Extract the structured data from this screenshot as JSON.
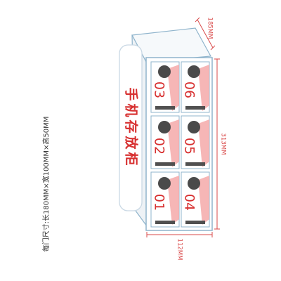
{
  "product_title": "手机存放柜",
  "door_size_note": "每门尺寸:长180MM×宽100MM×高50MM",
  "dimensions": {
    "depth": "185MM",
    "height": "313MM",
    "width": "112MM"
  },
  "compartments": [
    {
      "number": "03"
    },
    {
      "number": "06"
    },
    {
      "number": "02"
    },
    {
      "number": "05"
    },
    {
      "number": "01"
    },
    {
      "number": "04"
    }
  ],
  "colors": {
    "label_red": "#d72f2f",
    "dimension_red": "#d94a4a",
    "cabinet_outline": "#8fb4cc",
    "cabinet_face": "#ffffff",
    "side_panel": "#eef2f6",
    "stripe_pink": "#f4a9a9",
    "lock_dark": "#4a4a4a",
    "slot_dark": "#505050"
  }
}
